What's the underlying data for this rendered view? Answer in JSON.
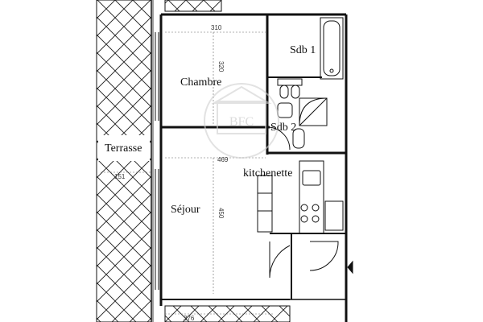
{
  "rooms": {
    "chambre": "Chambre",
    "sdb1": "Sdb 1",
    "sdb2": "Sdb 2",
    "terrasse": "Terrasse",
    "kitchenette": "kitchenette",
    "sejour": "Séjour"
  },
  "dimensions": {
    "chambre_width": "310",
    "chambre_height": "320",
    "sejour_width": "469",
    "sejour_height": "450",
    "terrasse_width": "151",
    "bottom_width": "376"
  },
  "watermark": "BFC",
  "colors": {
    "line": "#1a1a1a",
    "watermark": "#cfcfcf",
    "background": "#ffffff"
  }
}
